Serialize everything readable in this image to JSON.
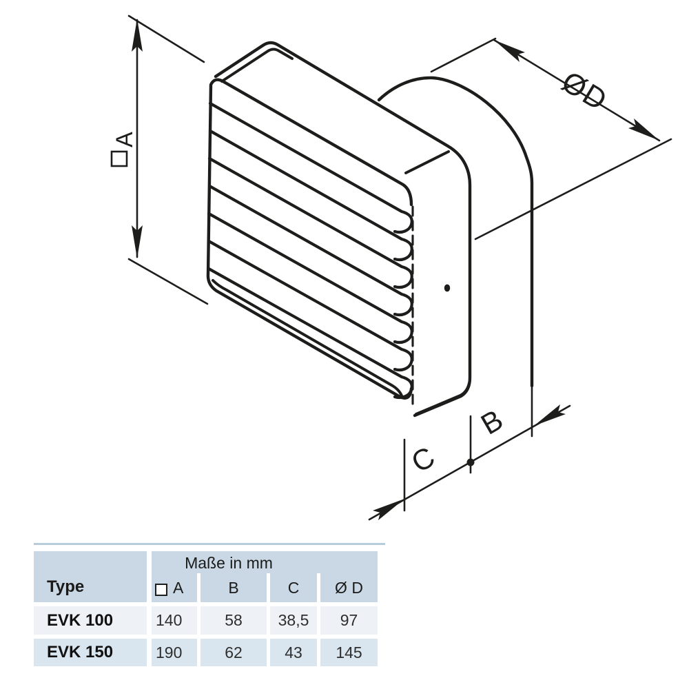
{
  "drawing": {
    "labels": {
      "dim_a_letter": "A",
      "dim_d": "ØD",
      "dim_b": "B",
      "dim_c": "C"
    }
  },
  "table": {
    "top_group_header": "Maße in mm",
    "columns": {
      "type": "Type",
      "a_letter": "A",
      "b": "B",
      "c": "C",
      "d": "Ø D"
    },
    "rows": [
      {
        "type": "EVK 100",
        "a": "140",
        "b": "58",
        "c": "38,5",
        "d": "97"
      },
      {
        "type": "EVK 150",
        "a": "190",
        "b": "62",
        "c": "43",
        "d": "145"
      }
    ]
  },
  "colors": {
    "ink": "#1d1d1b",
    "table_header_bg": "#c9d8e4",
    "table_row1_bg": "#eef2f6",
    "table_row2_bg": "#d9e6ef",
    "table_accent_line": "#b7cddc"
  }
}
